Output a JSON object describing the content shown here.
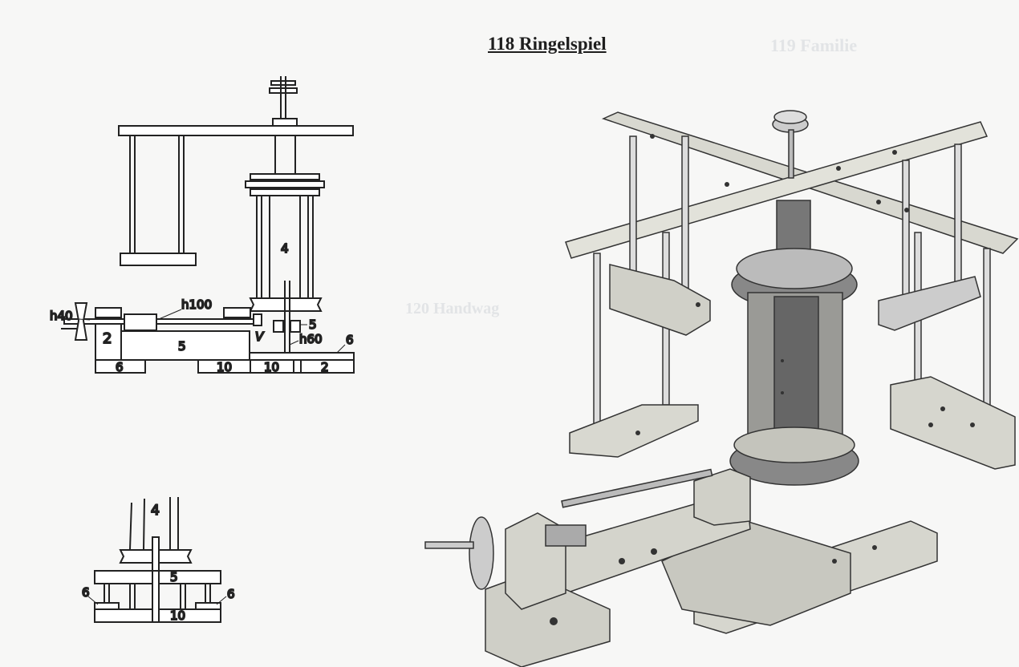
{
  "page": {
    "title": "118 Ringelspiel",
    "bleed_through": [
      "119 Familie",
      "120 Handwag"
    ]
  },
  "side_view": {
    "labels": {
      "part4": "4",
      "h40": "h40",
      "h100": "h100",
      "part2": "2",
      "part5_beam": "5",
      "V": "V",
      "part5_small": "5",
      "h60": "h60",
      "part6_right": "6",
      "part6_left": "6",
      "part10_a": "10",
      "part10_b": "10",
      "part2_right": "2"
    }
  },
  "detail_view": {
    "labels": {
      "part4": "4",
      "part5": "5",
      "part6_left": "6",
      "part6_right": "6",
      "part10": "10"
    }
  }
}
